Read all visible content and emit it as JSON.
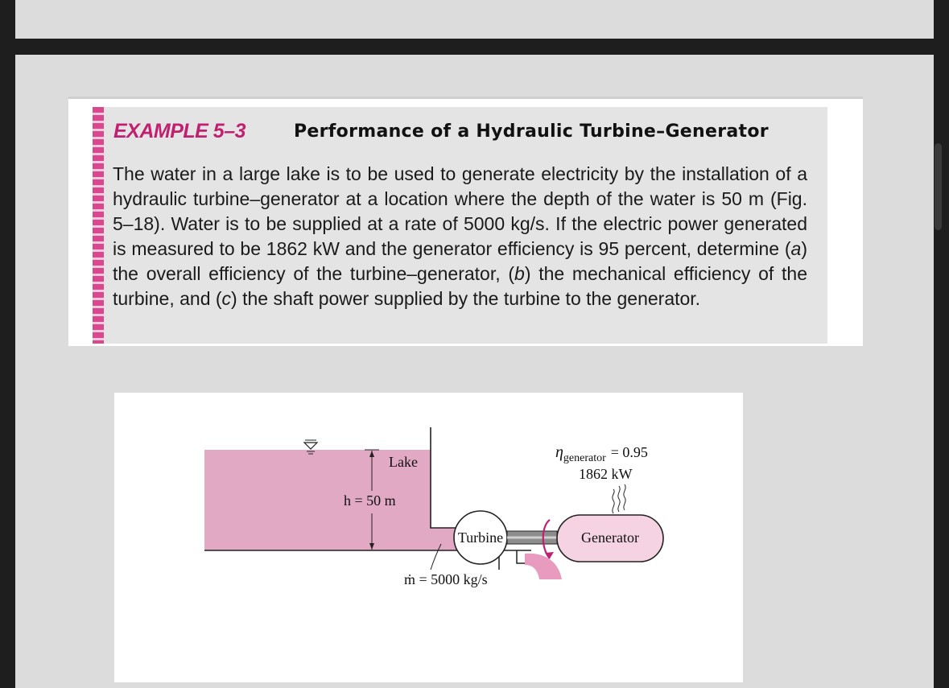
{
  "example": {
    "number": "EXAMPLE 5–3",
    "title": "Performance of a Hydraulic Turbine–Generator",
    "body": {
      "p1": "The water in a large lake is to be used to generate electricity by the installation of a hydraulic turbine–generator at a location where the depth of the water is 50 m (Fig. 5–18). Water is to be supplied at a rate of 5000 kg/s. If the electric power generated is measured to be 1862 kW and the generator efficiency is 95 percent, determine (",
      "a": "a",
      "p2": ") the overall efficiency of the turbine–generator, (",
      "b": "b",
      "p3": ") the mechanical efficiency of the turbine, and (",
      "c": "c",
      "p4": ") the shaft power supplied by the turbine to the generator."
    }
  },
  "figure": {
    "lake_label": "Lake",
    "height_label": "h = 50 m",
    "turbine_label": "Turbine",
    "generator_label": "Generator",
    "eta_symbol": "η",
    "eta_subscript": "generator",
    "eta_value": "= 0.95",
    "power_label": "1862 kW",
    "mass_flow_label": "ṁ = 5000 kg/s"
  },
  "colors": {
    "accent": "#c0206f",
    "water": "#e2a9c4",
    "generator_fill": "#f6d3e2"
  }
}
